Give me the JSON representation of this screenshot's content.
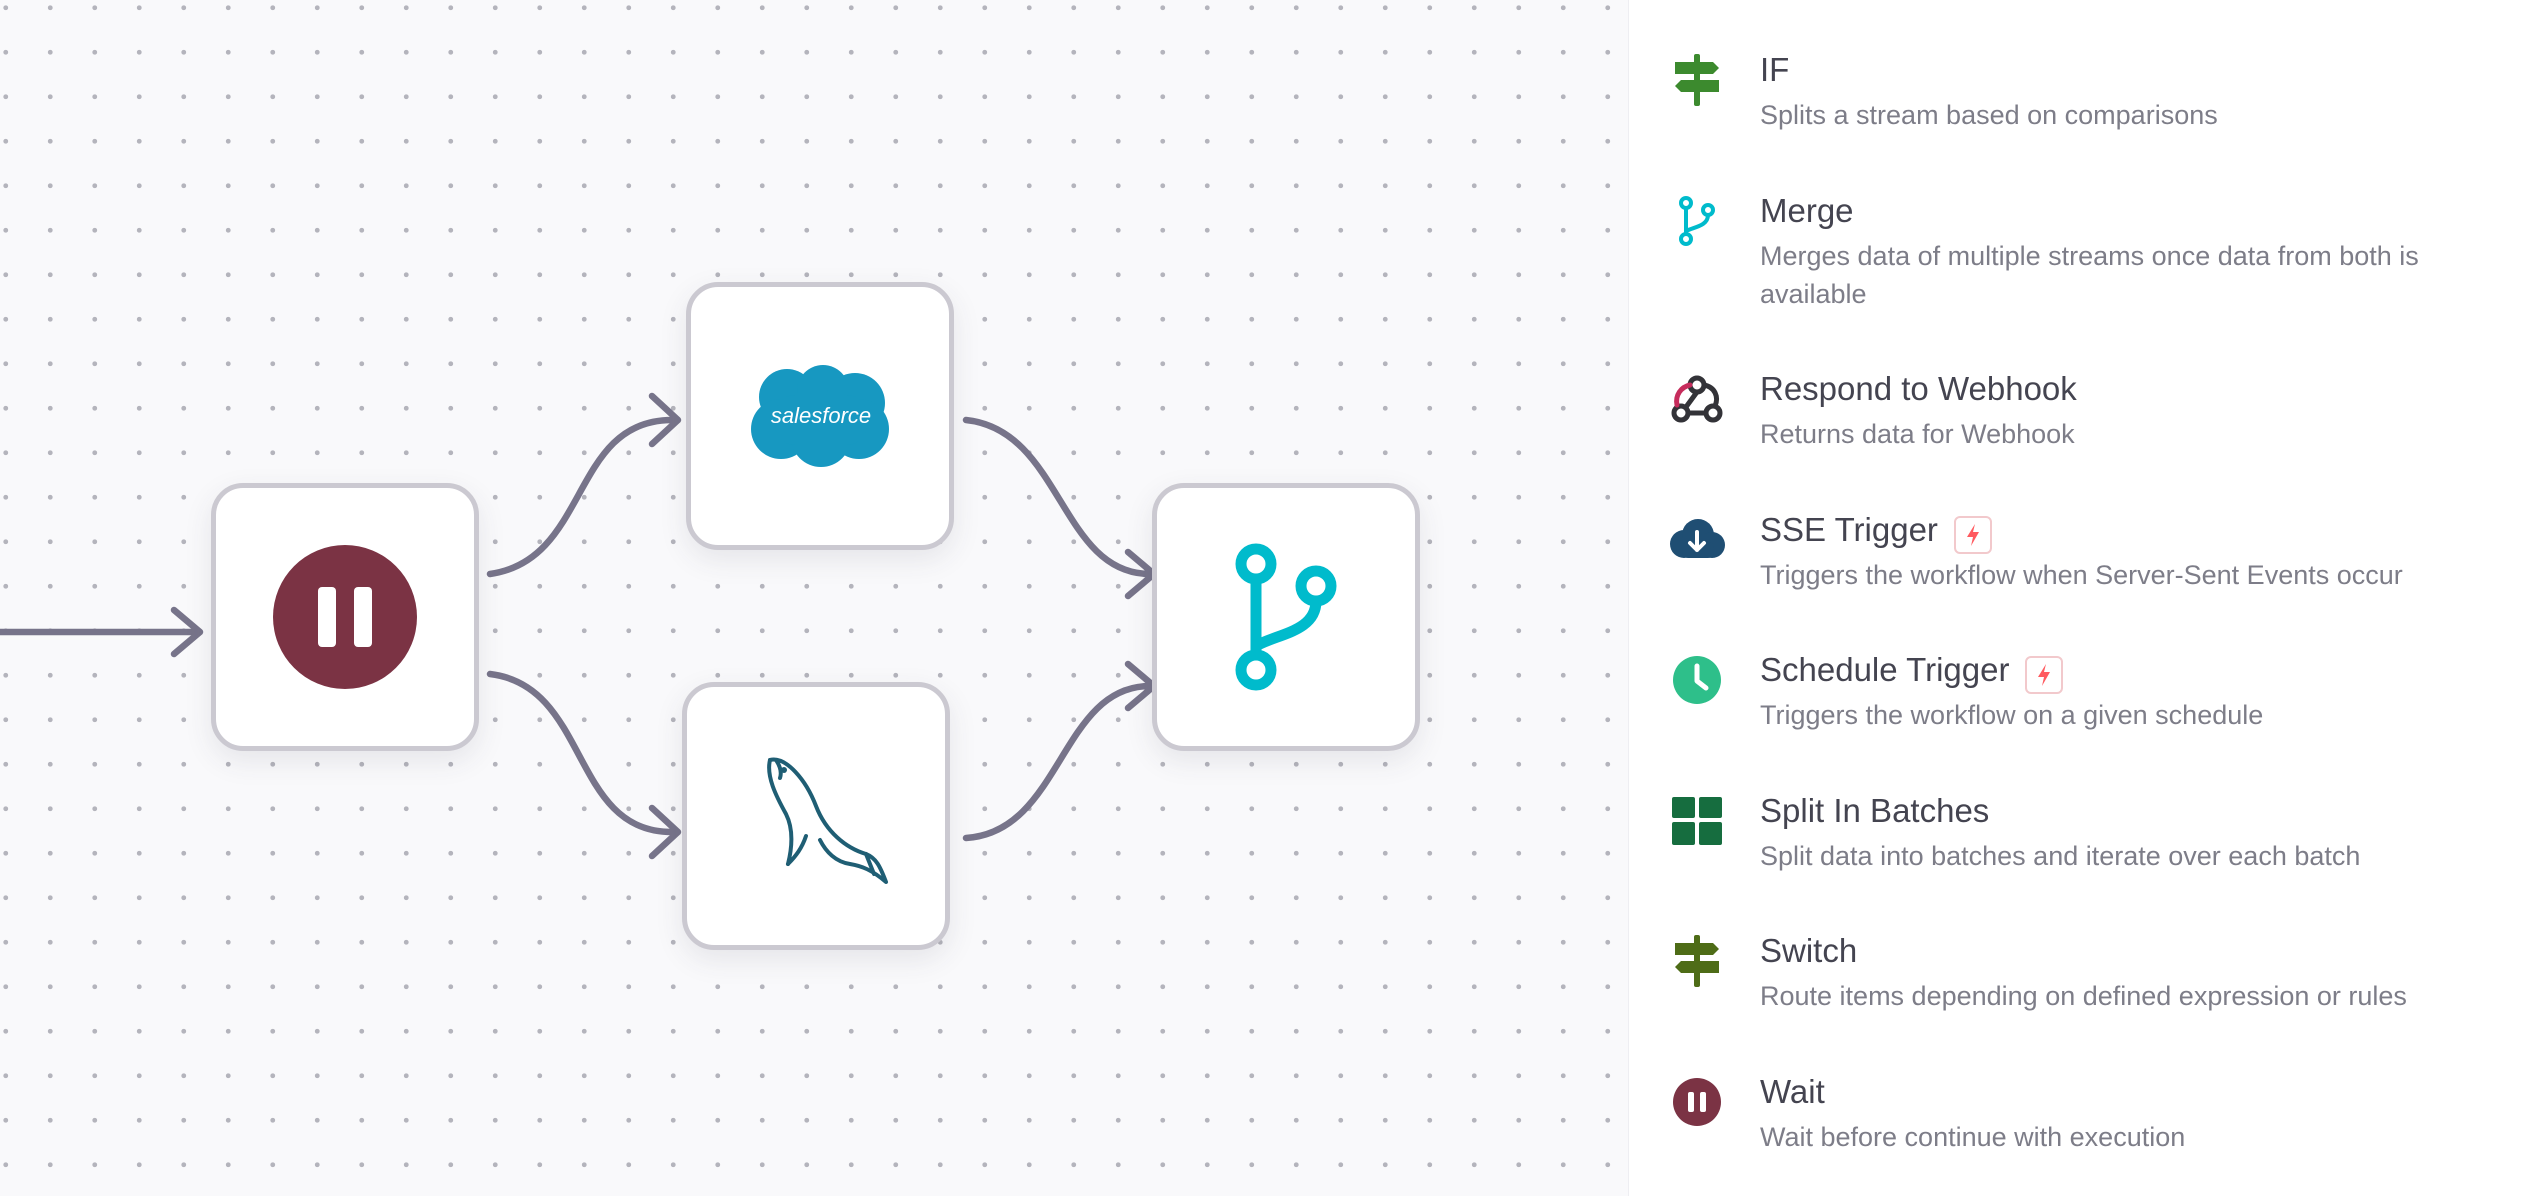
{
  "canvas": {
    "nodes": [
      {
        "name": "wait-node",
        "icon": "pause-icon"
      },
      {
        "name": "salesforce-node",
        "icon": "salesforce-icon",
        "logo_text": "salesforce"
      },
      {
        "name": "mysql-node",
        "icon": "mysql-dolphin-icon"
      },
      {
        "name": "merge-node",
        "icon": "merge-icon"
      }
    ]
  },
  "panel": {
    "items": [
      {
        "title": "IF",
        "description": "Splits a stream based on comparisons",
        "icon": "signpost-icon",
        "icon_color": "#3c8a2e"
      },
      {
        "title": "Merge",
        "description": "Merges data of multiple streams once data from both is available",
        "icon": "merge-icon",
        "icon_color": "#00bbcc"
      },
      {
        "title": "Respond to Webhook",
        "description": "Returns data for Webhook",
        "icon": "webhook-icon",
        "icon_color": "#333338"
      },
      {
        "title": "SSE Trigger",
        "description": "Triggers the workflow when Server-Sent Events occur",
        "icon": "cloud-download-icon",
        "icon_color": "#1f4e73",
        "trigger": true
      },
      {
        "title": "Schedule Trigger",
        "description": "Triggers the workflow on a given schedule",
        "icon": "clock-icon",
        "icon_color": "#2ebf8a",
        "trigger": true
      },
      {
        "title": "Split In Batches",
        "description": "Split data into batches and iterate over each batch",
        "icon": "grid-icon",
        "icon_color": "#166d3f"
      },
      {
        "title": "Switch",
        "description": "Route items depending on defined expression or rules",
        "icon": "signpost-icon",
        "icon_color": "#4e6c17"
      },
      {
        "title": "Wait",
        "description": "Wait before continue with execution",
        "icon": "pause-icon",
        "icon_color": "#7b3344"
      }
    ],
    "trigger_badge_icon": "lightning-icon",
    "trigger_badge_color": "#ff5a5f"
  }
}
